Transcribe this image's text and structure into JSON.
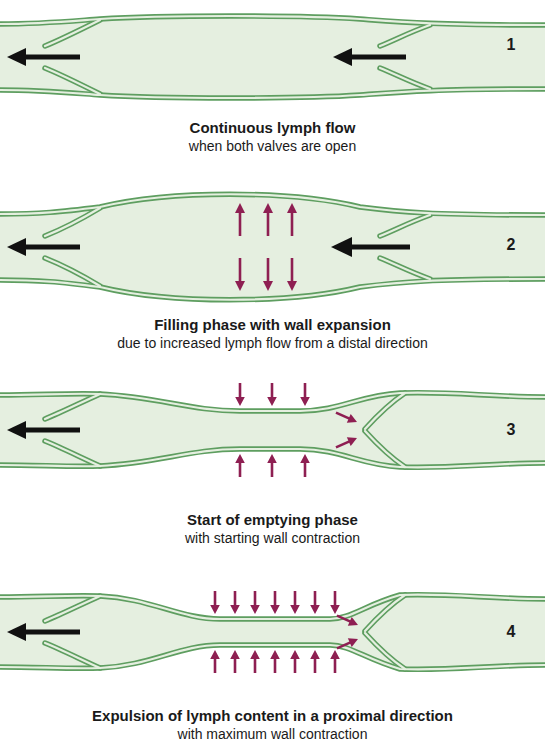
{
  "diagram": {
    "labels": [
      "1",
      "Continuous lymph flow",
      "when both valves are open",
      "2",
      "Filling phase with wall expansion",
      "due to increased lymph flow from a distal direction",
      "3",
      "Start of emptying phase",
      "with starting wall contraction",
      "4",
      "Expulsion of lymph content in a proximal direction",
      "with maximum wall contraction"
    ]
  }
}
